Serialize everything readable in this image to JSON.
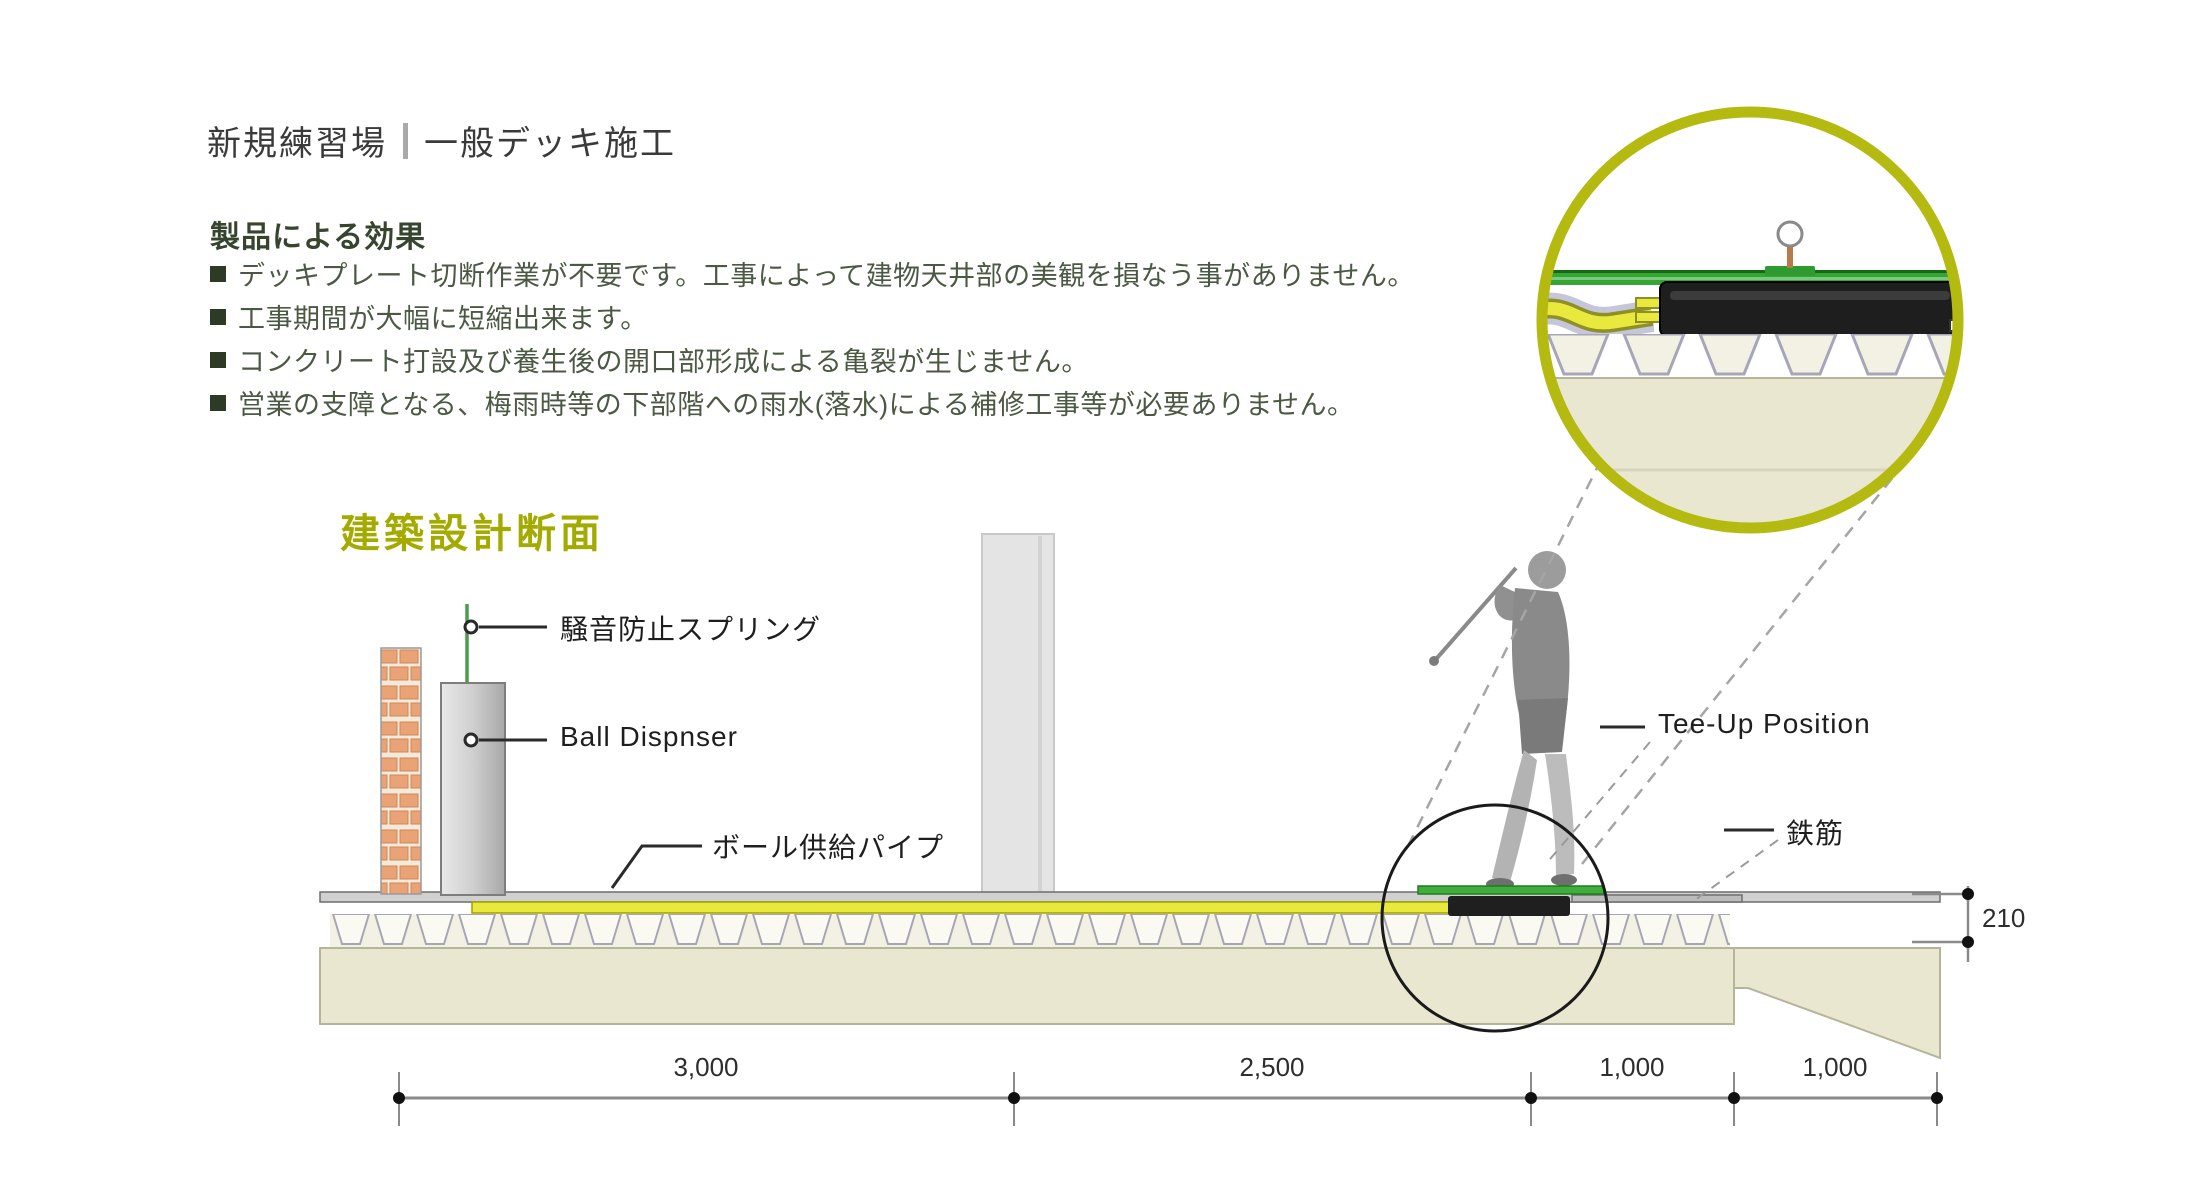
{
  "header": {
    "title_primary": "新規練習場",
    "title_secondary": "一般デッキ施工"
  },
  "effects": {
    "heading": "製品による効果",
    "items": [
      "デッキプレート切断作業が不要です。工事によって建物天井部の美観を損なう事がありません。",
      "工事期間が大幅に短縮出来ます。",
      "コンクリート打設及び養生後の開口部形成による亀裂が生じません。",
      "営業の支障となる、梅雨時等の下部階への雨水(落水)による補修工事等が必要ありません。"
    ]
  },
  "diagram": {
    "section_label": "建築設計断面",
    "labels": {
      "noise_spring": "騒音防止スプリング",
      "ball_dispenser": "Ball Dispnser",
      "ball_supply_pipe": "ボール供給パイプ",
      "tee_up_position": "Tee-Up Position",
      "rebar": "鉄筋"
    },
    "dimensions": {
      "slab_thickness": "210",
      "spans": [
        "3,000",
        "2,500",
        "1,000",
        "1,000"
      ]
    },
    "colors": {
      "accent_olive": "#a4ab00",
      "detail_ring": "#b4ba10",
      "deck_green": "#35a535",
      "pipe_yellow": "#e8e93c",
      "concrete_beige": "#eae7d0",
      "text_green": "#4b5944"
    }
  }
}
